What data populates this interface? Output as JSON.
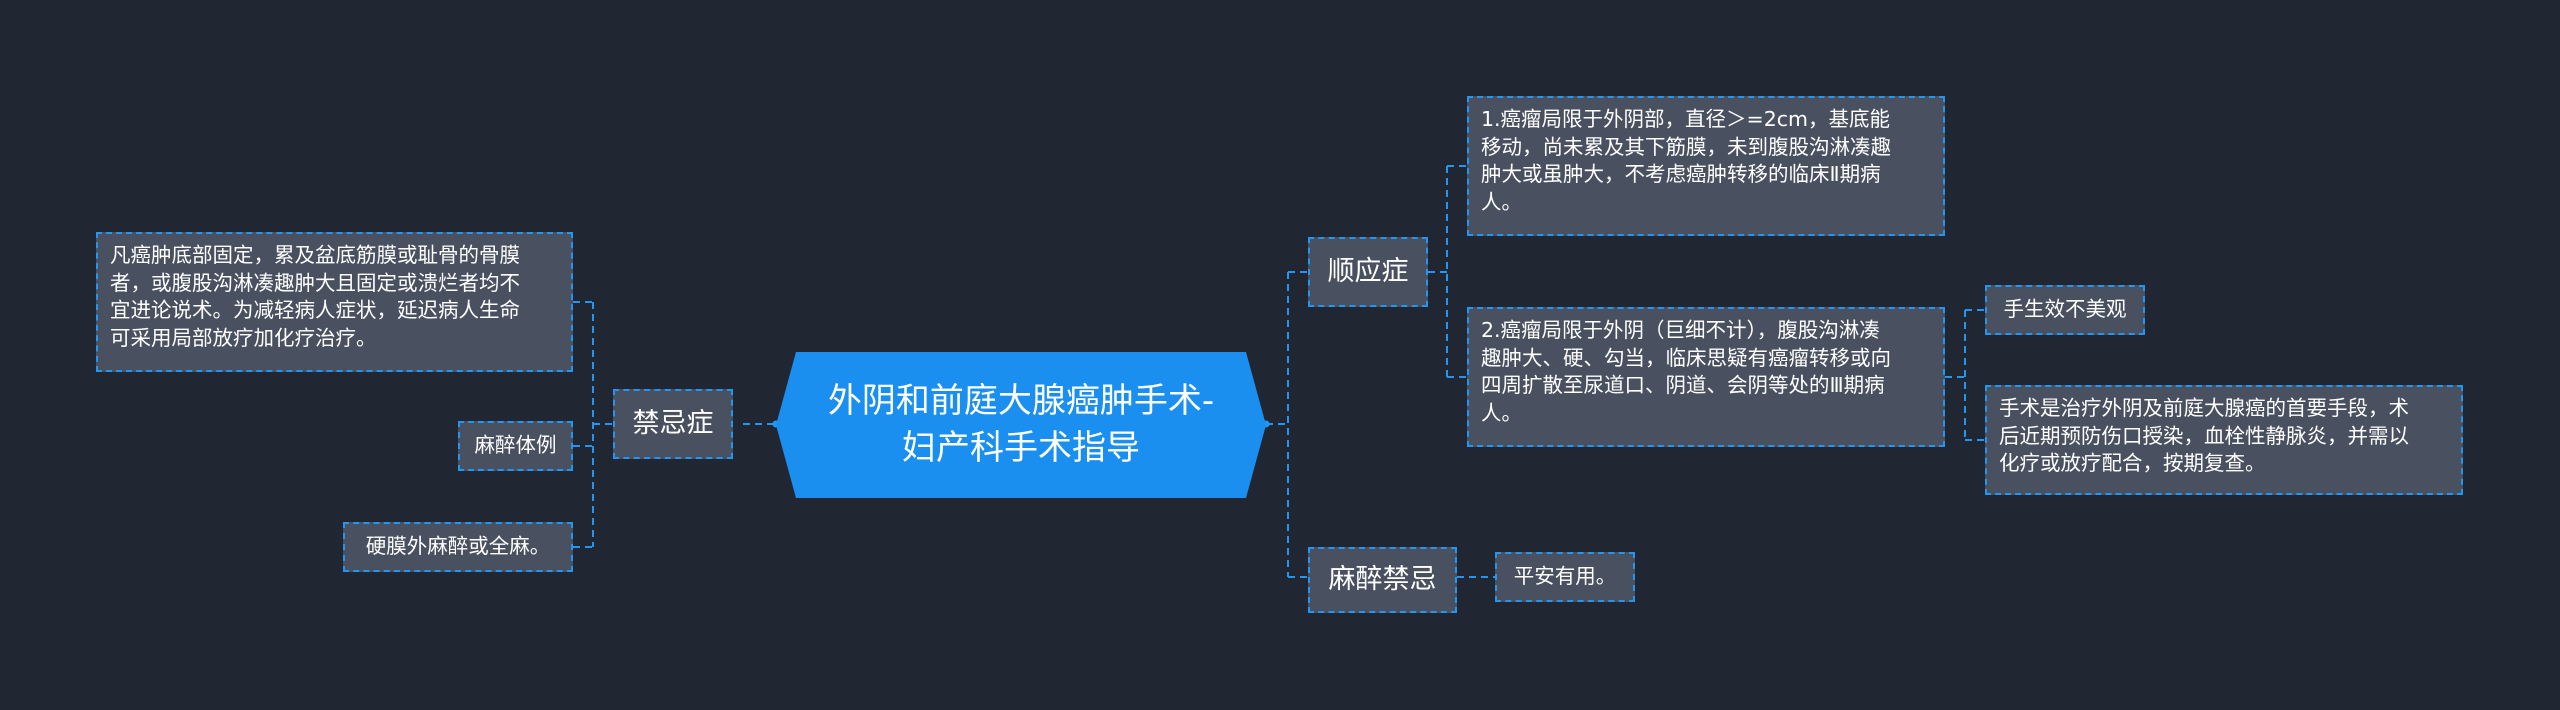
{
  "root": {
    "title": "外阴和前庭大腺癌肿手术-\n妇产科手术指导"
  },
  "branches": {
    "contra": {
      "label": "禁忌症"
    },
    "indic": {
      "label": "顺应症"
    },
    "anest": {
      "label": "麻醉禁忌"
    }
  },
  "leaves": {
    "contra_desc": "凡癌肿底部固定，累及盆底筋膜或耻骨的骨膜\n者，或腹股沟淋凑趣肿大且固定或溃烂者均不\n宜进论说术。为减轻病人症状，延迟病人生命\n可采用局部放疗加化疗治疗。",
    "contra_anest": "麻醉体例",
    "contra_method": "硬膜外麻醉或全麻。",
    "indic_1": "1.癌瘤局限于外阴部，直径＞=2cm，基底能\n移动，尚未累及其下筋膜，未到腹股沟淋凑趣\n肿大或虽肿大，不考虑癌肿转移的临床Ⅱ期病\n人。",
    "indic_2": "2.癌瘤局限于外阴（巨细不计），腹股沟淋凑\n趣肿大、硬、勾当，临床思疑有癌瘤转移或向\n四周扩散至尿道口、阴道、会阴等处的Ⅲ期病\n人。",
    "indic_2_a": "手生效不美观",
    "indic_2_b": "手术是治疗外阴及前庭大腺癌的首要手段，术\n后近期预防伤口授染，血栓性静脉炎，并需以\n化疗或放疗配合，按期复查。",
    "anest_desc": "平安有用。"
  },
  "colors": {
    "background": "#212633",
    "accent": "#2196f3",
    "node_fill": "#495160",
    "text": "#ffffff"
  }
}
